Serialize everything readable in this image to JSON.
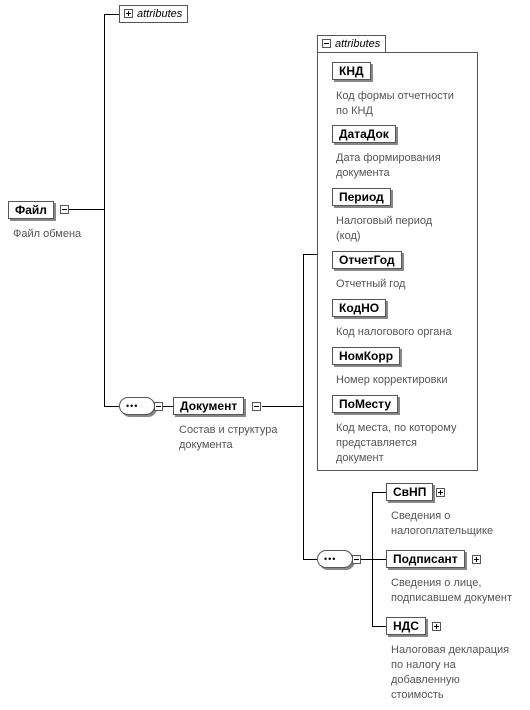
{
  "root": {
    "name": "Файл",
    "description": "Файл обмена",
    "attributes_label": "attributes"
  },
  "document": {
    "name": "Документ",
    "description": "Состав и структура\nдокумента",
    "attributes_label": "attributes",
    "attributes": [
      {
        "name": "КНД",
        "description": "Код формы отчетности\nпо КНД"
      },
      {
        "name": "ДатаДок",
        "description": "Дата формирования\nдокумента"
      },
      {
        "name": "Период",
        "description": "Налоговый период\n(код)"
      },
      {
        "name": "ОтчетГод",
        "description": "Отчетный год"
      },
      {
        "name": "КодНО",
        "description": "Код налогового органа"
      },
      {
        "name": "НомКорр",
        "description": "Номер корректировки"
      },
      {
        "name": "ПоМесту",
        "description": "Код места, по которому\nпредставляется\nдокумент"
      }
    ],
    "children": [
      {
        "name": "СвНП",
        "description": "Сведения о\nналогоплательщике"
      },
      {
        "name": "Подписант",
        "description": "Сведения о лице,\nподписавшем документ"
      },
      {
        "name": "НДС",
        "description": "Налоговая декларация\nпо налогу на\nдобавленную\nстоимость"
      }
    ]
  }
}
